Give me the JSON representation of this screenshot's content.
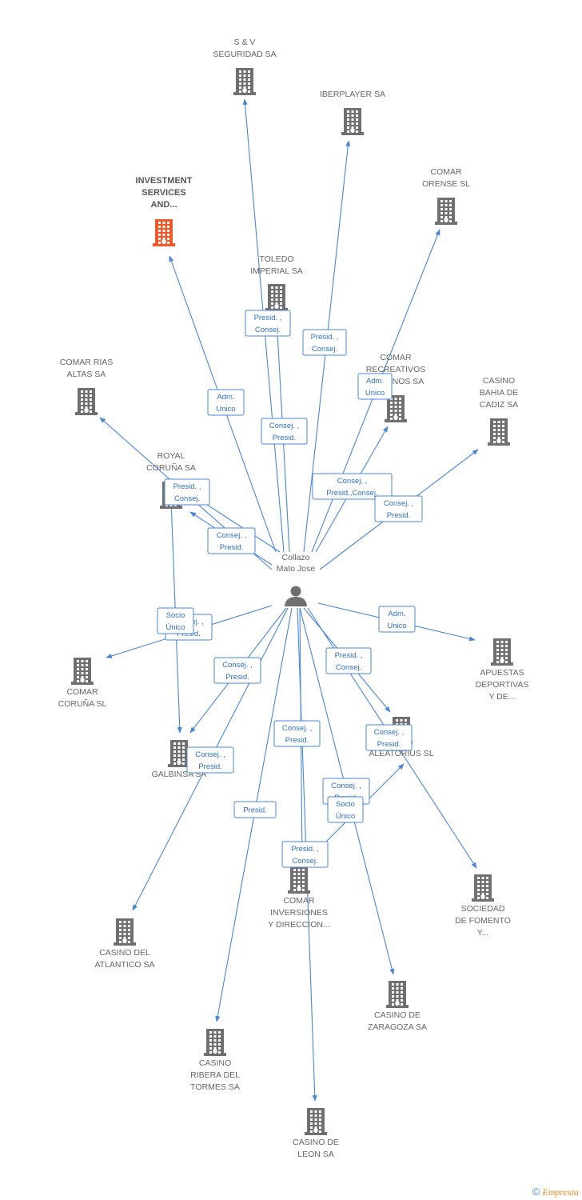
{
  "center": {
    "label": [
      "Collazo",
      "Mato Jose"
    ]
  },
  "companies": [
    {
      "id": "sv",
      "label": [
        "S & V",
        "SEGURIDAD SA"
      ]
    },
    {
      "id": "iberplayer",
      "label": [
        "IBERPLAYER SA"
      ]
    },
    {
      "id": "comar_orense",
      "label": [
        "COMAR",
        "ORENSE SL"
      ]
    },
    {
      "id": "investment",
      "label": [
        "INVESTMENT",
        "SERVICES",
        "AND..."
      ],
      "highlight": true
    },
    {
      "id": "toledo",
      "label": [
        "TOLEDO",
        "IMPERIAL SA"
      ]
    },
    {
      "id": "comar_rias",
      "label": [
        "COMAR RIAS",
        "ALTAS SA"
      ]
    },
    {
      "id": "comar_recreativos",
      "label": [
        "COMAR",
        "RECREATIVOS",
        "SANTINOS SA"
      ]
    },
    {
      "id": "casino_bahia",
      "label": [
        "CASINO",
        "BAHIA DE",
        "CADIZ SA"
      ]
    },
    {
      "id": "royal",
      "label": [
        "ROYAL",
        "CORUÑA SA"
      ]
    },
    {
      "id": "comar_coruna",
      "label": [
        "COMAR",
        "CORUÑA SL"
      ]
    },
    {
      "id": "apuestas",
      "label": [
        "APUESTAS",
        "DEPORTIVAS",
        "Y DE..."
      ]
    },
    {
      "id": "galbinsa",
      "label": [
        "GALBINSA SA"
      ]
    },
    {
      "id": "aleatorius",
      "label": [
        "ALEATORIUS SL"
      ]
    },
    {
      "id": "comar_inversiones",
      "label": [
        "COMAR",
        "INVERSIONES",
        "Y DIRECCION..."
      ]
    },
    {
      "id": "sociedad",
      "label": [
        "SOCIEDAD",
        "DE FOMENTO",
        "Y..."
      ]
    },
    {
      "id": "casino_atlantico",
      "label": [
        "CASINO DEL",
        "ATLANTICO SA"
      ]
    },
    {
      "id": "casino_zaragoza",
      "label": [
        "CASINO DE",
        "ZARAGOZA SA"
      ]
    },
    {
      "id": "casino_ribera",
      "label": [
        "CASINO",
        "RIBERA DEL",
        "TORMES SA"
      ]
    },
    {
      "id": "casino_leon",
      "label": [
        "CASINO DE",
        "LEON SA"
      ]
    }
  ],
  "roles": [
    {
      "id": "r_toledo",
      "lines": [
        "Presid. ,",
        "Consej."
      ]
    },
    {
      "id": "r_iber",
      "lines": [
        "Presid. ,",
        "Consej."
      ]
    },
    {
      "id": "r_invest",
      "lines": [
        "Adm.",
        "Unico"
      ]
    },
    {
      "id": "r_sv",
      "lines": [
        "Consej. ,",
        "Presid."
      ]
    },
    {
      "id": "r_recre_adm",
      "lines": [
        "Adm.",
        "Unico"
      ]
    },
    {
      "id": "r_recre",
      "lines": [
        "Consej. ,",
        "Presid.,Consej."
      ]
    },
    {
      "id": "r_bahia",
      "lines": [
        "Consej. ,",
        "Presid."
      ]
    },
    {
      "id": "r_royal",
      "lines": [
        "Presid. ,",
        "Consej."
      ]
    },
    {
      "id": "r_royal2",
      "lines": [
        "Consej. ,",
        "Presid."
      ]
    },
    {
      "id": "r_rias",
      "lines": [
        "Consej. ,",
        "Presid."
      ]
    },
    {
      "id": "r_socio_galb",
      "lines": [
        "Socio",
        "Único"
      ]
    },
    {
      "id": "r_apuestas",
      "lines": [
        "Adm.",
        "Unico"
      ]
    },
    {
      "id": "r_galb",
      "lines": [
        "Consej. ,",
        "Presid."
      ]
    },
    {
      "id": "r_aleat1",
      "lines": [
        "Presid. ,",
        "Consej."
      ]
    },
    {
      "id": "r_inv1",
      "lines": [
        "Consej. ,",
        "Presid."
      ]
    },
    {
      "id": "r_aleat2",
      "lines": [
        "Consej. ,",
        "Presid."
      ]
    },
    {
      "id": "r_atl",
      "lines": [
        "Consej. ,",
        "Presid."
      ]
    },
    {
      "id": "r_inv2",
      "lines": [
        "Consej. ,",
        "Presid."
      ]
    },
    {
      "id": "r_socio_inv",
      "lines": [
        "Socio",
        "Único"
      ]
    },
    {
      "id": "r_ribera",
      "lines": [
        "Presid."
      ]
    },
    {
      "id": "r_leon",
      "lines": [
        "Presid. ,",
        "Consej."
      ]
    }
  ],
  "footer": {
    "copyright": "©",
    "brand": "Empresia"
  },
  "colors": {
    "edge": "#4a86d6",
    "building": "#707070",
    "highlight": "#f05a28"
  }
}
